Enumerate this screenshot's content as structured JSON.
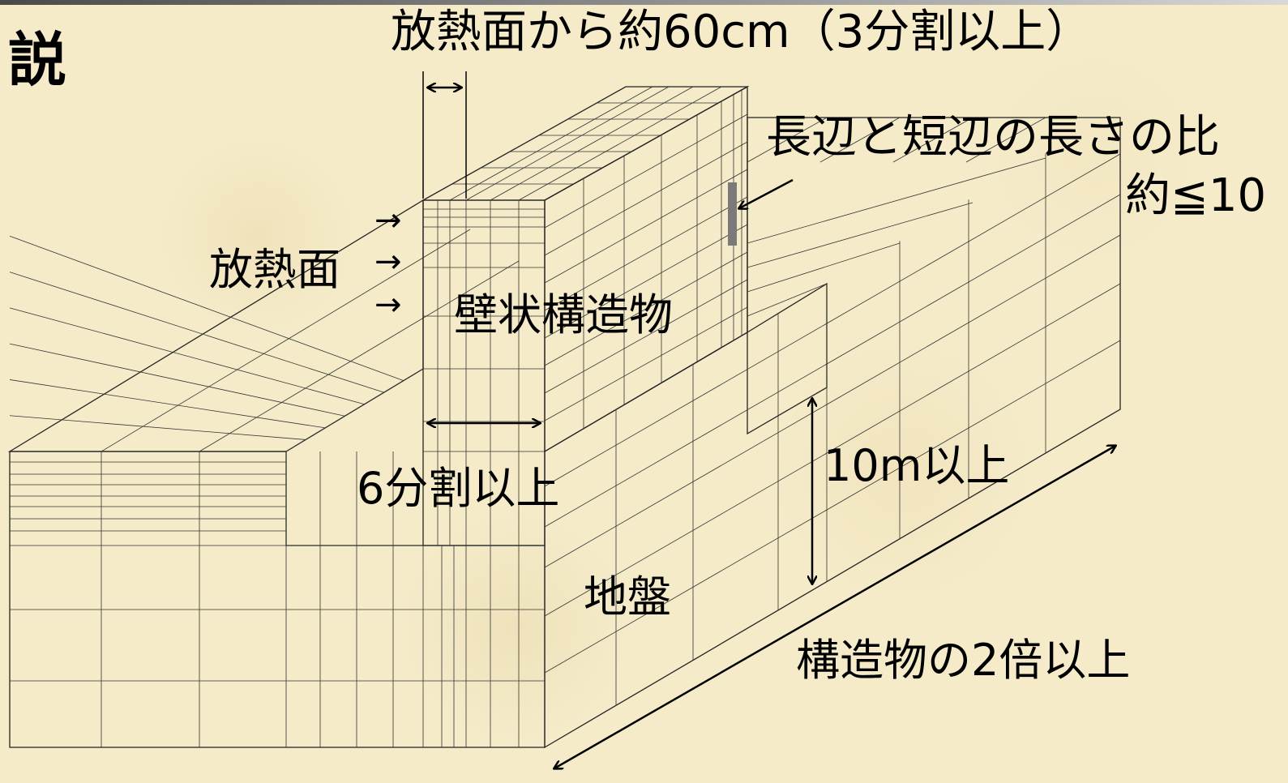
{
  "heading": "説",
  "labels": {
    "heat_face_top": "放熱面から約60cm（3分割以上）",
    "ratio_title": "長辺と短辺の長さの比",
    "ratio_value": "約≦10",
    "heat_face": "放熱面",
    "wall_structure": "壁状構造物",
    "six_div": "6分割以上",
    "depth": "10m以上",
    "ground": "地盤",
    "length": "構造物の2倍以上"
  },
  "arrow_glyph": "→",
  "colors": {
    "background": "#f5ebc9",
    "mesh_line": "#333333",
    "highlight_element": "#7a7a7a"
  }
}
